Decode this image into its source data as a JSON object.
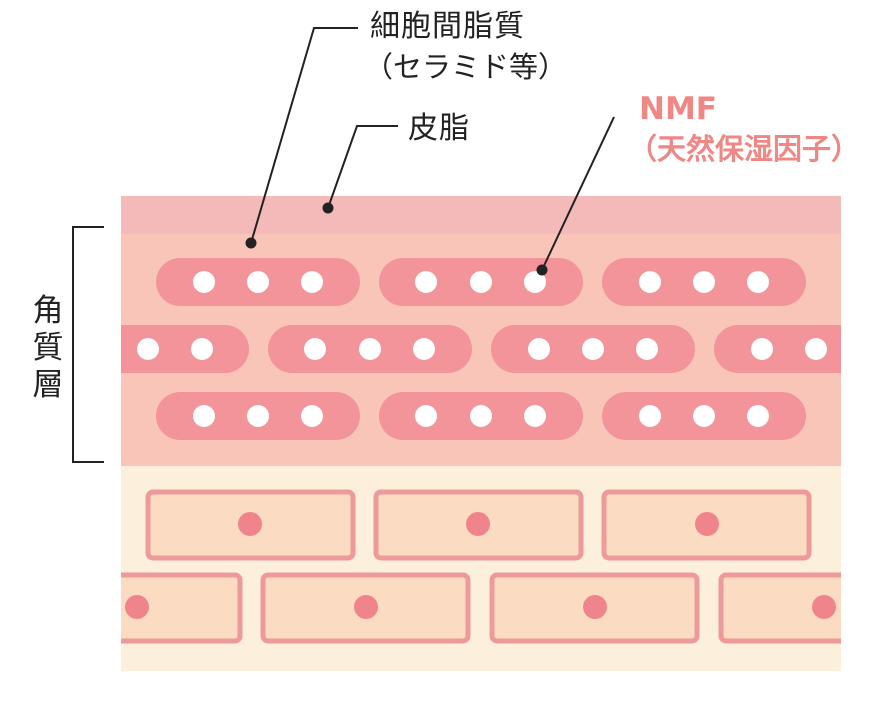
{
  "labels": {
    "intercellular_lipid": "細胞間脂質",
    "ceramide_note": "（セラミド等）",
    "sebum": "皮脂",
    "nmf": "NMF",
    "nmf_note": "（天然保湿因子）",
    "stratum_corneum": "角質層"
  },
  "colors": {
    "sebum_layer": "#f4b9b9",
    "stratum_layer": "#f8c5b8",
    "lower_layer": "#fcefdc",
    "corneocyte": "#f2949a",
    "cell_fill": "#fbdcc2",
    "cell_border": "#ef9a9a",
    "nucleus": "#f0848c",
    "nmf_text": "#ef8785",
    "line": "#222222"
  }
}
